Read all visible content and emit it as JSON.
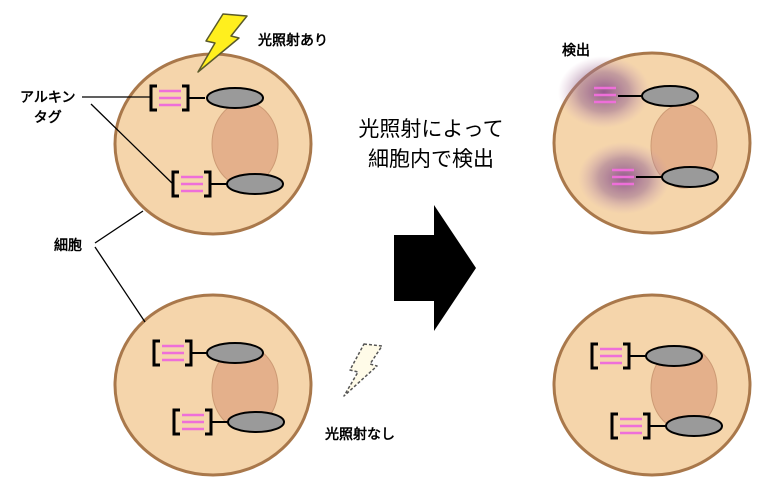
{
  "labels": {
    "light_on": "光照射あり",
    "light_off": "光照射なし",
    "alkyne_tag": "アルキン\nタグ",
    "cell": "細胞",
    "detected": "検出",
    "process": "光照射によって\n細胞内で検出"
  },
  "colors": {
    "cell_fill": "#f5d5ab",
    "cell_stroke": "#a9784b",
    "nucleus_fill": "#e4b08b",
    "tag_stripe": "#ee6fd9",
    "oval_fill": "#9a9a9a",
    "lightning_on": "#ffef1e",
    "glow": "#8a4c8a",
    "arrow": "#000000"
  },
  "icons": {
    "light_on": "lightning-bolt-icon",
    "light_off": "lightning-bolt-outline-icon",
    "arrow": "right-arrow-icon"
  }
}
